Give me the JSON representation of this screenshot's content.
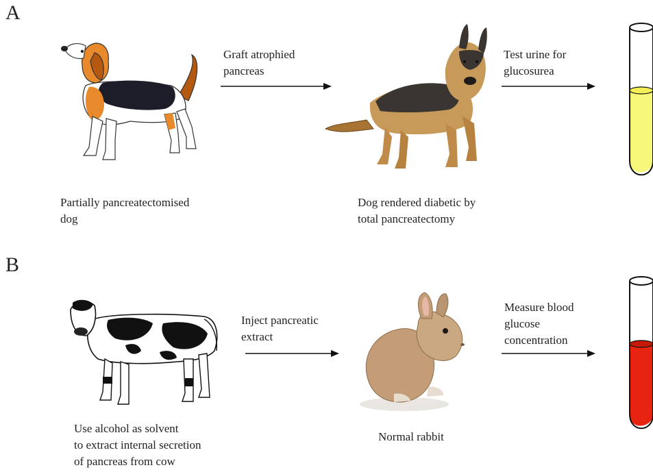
{
  "panel_a": {
    "letter": "A",
    "step1_caption": "Partially pancreatectomised\ndog",
    "arrow1_label": "Graft atrophied\npancreas",
    "step2_caption": "Dog rendered diabetic by\ntotal pancreatectomy",
    "arrow2_label": "Test urine for\nglucosurea",
    "tube_color": "#f7f77a"
  },
  "panel_b": {
    "letter": "B",
    "step1_caption": "Use alcohol as solvent\nto extract internal secretion\nof pancreas from cow",
    "arrow1_label": "Inject pancreatic\nextract",
    "step2_caption": "Normal rabbit",
    "arrow2_label": "Measure blood\nglucose\nconcentration",
    "tube_color": "#e8230f"
  }
}
